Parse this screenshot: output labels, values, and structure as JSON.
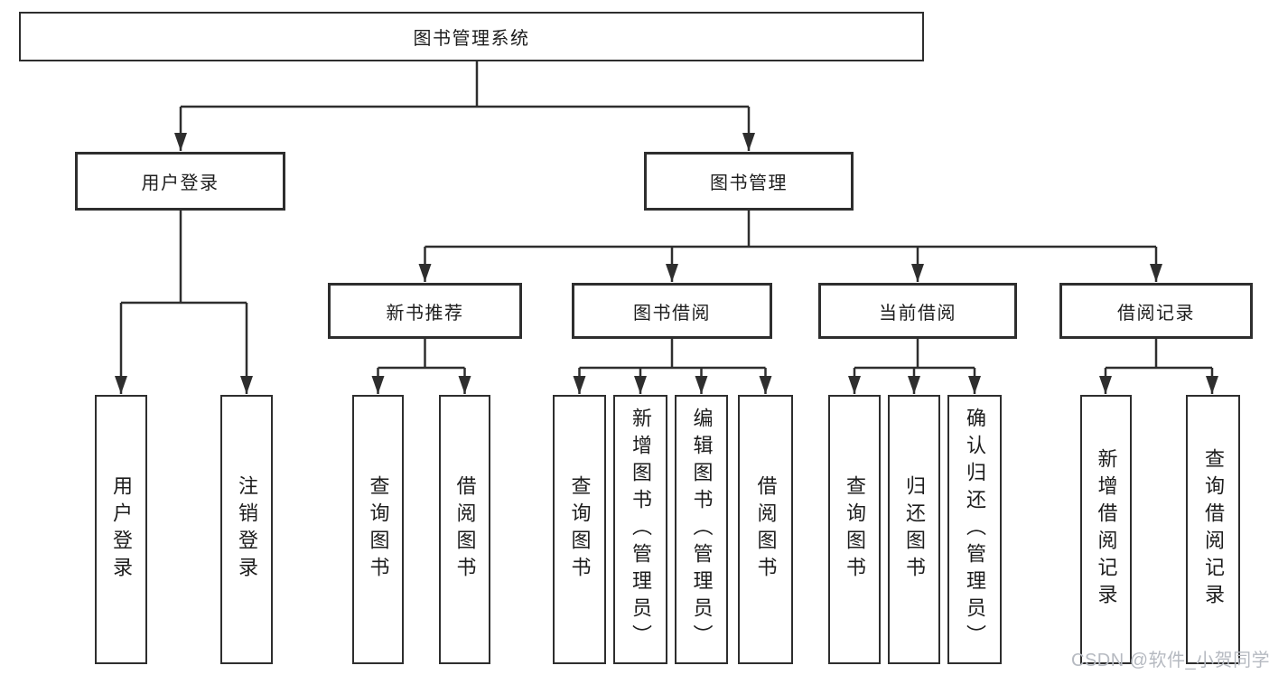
{
  "diagram": {
    "nodes": {
      "root": {
        "label": "图书管理系统"
      },
      "user_login": {
        "label": "用户登录"
      },
      "book_mgmt": {
        "label": "图书管理"
      },
      "new_book_rec": {
        "label": "新书推荐"
      },
      "book_borrow": {
        "label": "图书借阅"
      },
      "current_borrow": {
        "label": "当前借阅"
      },
      "borrow_records": {
        "label": "借阅记录"
      },
      "leaf_login": {
        "label": "用户登录"
      },
      "leaf_logout": {
        "label": "注销登录"
      },
      "leaf_query1": {
        "label": "查询图书"
      },
      "leaf_borrow1": {
        "label": "借阅图书"
      },
      "leaf_query2": {
        "label": "查询图书"
      },
      "leaf_add_book": {
        "label": "新增图书（管理员）"
      },
      "leaf_edit_book": {
        "label": "编辑图书（管理员）"
      },
      "leaf_borrow2": {
        "label": "借阅图书"
      },
      "leaf_query3": {
        "label": "查询图书"
      },
      "leaf_return": {
        "label": "归还图书"
      },
      "leaf_confirm_return": {
        "label": "确认归还（管理员）"
      },
      "leaf_add_record": {
        "label": "新增借阅记录"
      },
      "leaf_query_record": {
        "label": "查询借阅记录"
      }
    },
    "hierarchy": {
      "图书管理系统": [
        "用户登录",
        "图书管理"
      ],
      "用户登录": [
        "用户登录",
        "注销登录"
      ],
      "图书管理": [
        "新书推荐",
        "图书借阅",
        "当前借阅",
        "借阅记录"
      ],
      "新书推荐": [
        "查询图书",
        "借阅图书"
      ],
      "图书借阅": [
        "查询图书",
        "新增图书（管理员）",
        "编辑图书（管理员）",
        "借阅图书"
      ],
      "当前借阅": [
        "查询图书",
        "归还图书",
        "确认归还（管理员）"
      ],
      "借阅记录": [
        "新增借阅记录",
        "查询借阅记录"
      ]
    },
    "colors": {
      "line": "#2e2e2e",
      "text": "#1d1d1d",
      "box_fill": "#ffffff",
      "background": "#ffffff",
      "watermark": "#b6bac1"
    }
  },
  "watermark": {
    "text": "CSDN @软件_小贺同学"
  }
}
